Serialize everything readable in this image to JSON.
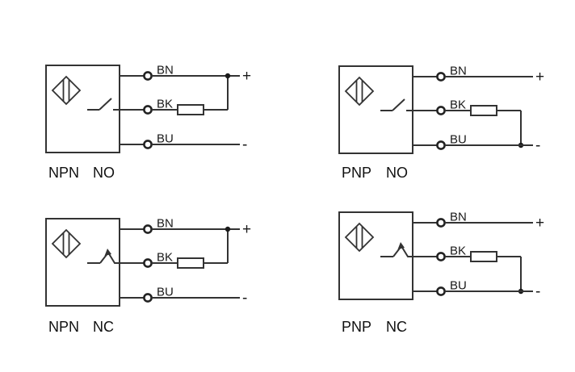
{
  "page": {
    "background_color": "#ffffff",
    "line_color": "#333333",
    "text_color": "#111111"
  },
  "diagrams": [
    {
      "name": "npn-no",
      "type_label": "NPN",
      "contact_label": "NO",
      "switch_icon": "normally-open-switch-icon",
      "sensor_icon": "diamond-emitter-icon",
      "resistor_connects_to": "BN",
      "wire_labels": {
        "bn": "BN",
        "bk": "BK",
        "bu": "BU"
      },
      "plus_label": "+",
      "minus_label": "-"
    },
    {
      "name": "pnp-no",
      "type_label": "PNP",
      "contact_label": "NO",
      "switch_icon": "normally-open-switch-icon",
      "sensor_icon": "diamond-emitter-icon",
      "resistor_connects_to": "BU",
      "wire_labels": {
        "bn": "BN",
        "bk": "BK",
        "bu": "BU"
      },
      "plus_label": "+",
      "minus_label": "-"
    },
    {
      "name": "npn-nc",
      "type_label": "NPN",
      "contact_label": "NC",
      "switch_icon": "normally-closed-switch-icon",
      "sensor_icon": "diamond-emitter-icon",
      "resistor_connects_to": "BN",
      "wire_labels": {
        "bn": "BN",
        "bk": "BK",
        "bu": "BU"
      },
      "plus_label": "+",
      "minus_label": "-"
    },
    {
      "name": "pnp-nc",
      "type_label": "PNP",
      "contact_label": "NC",
      "switch_icon": "normally-closed-switch-icon",
      "sensor_icon": "diamond-emitter-icon",
      "resistor_connects_to": "BU",
      "wire_labels": {
        "bn": "BN",
        "bk": "BK",
        "bu": "BU"
      },
      "plus_label": "+",
      "minus_label": "-"
    }
  ]
}
